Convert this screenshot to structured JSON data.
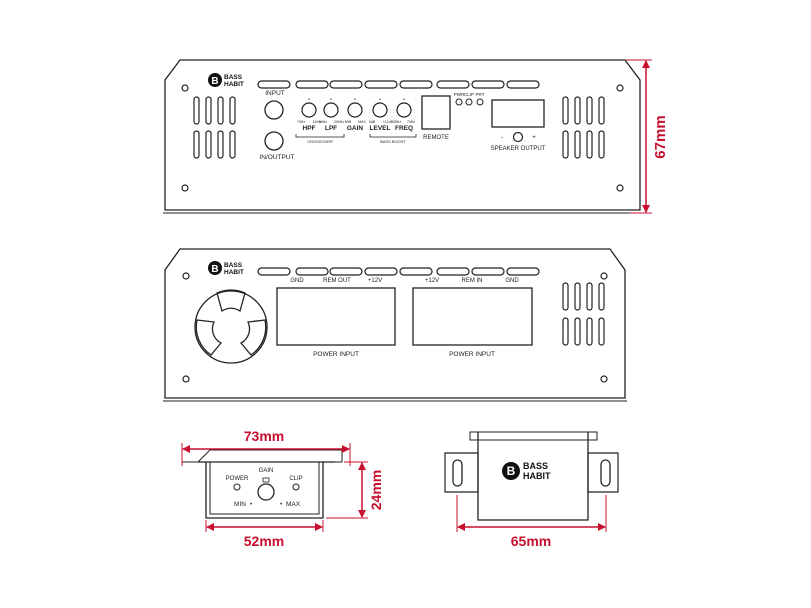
{
  "brand": {
    "line1": "BASS",
    "line2": "HABIT"
  },
  "front_panel": {
    "input": "INPUT",
    "in_output": "IN/OUTPUT",
    "hpf": {
      "label": "HPF",
      "min": "70Hz",
      "max": "1KHz"
    },
    "lpf": {
      "label": "LPF",
      "min": "60Hz",
      "max": "200Hz"
    },
    "gain": {
      "label": "GAIN",
      "min": "MIN",
      "max": "MAX"
    },
    "level": {
      "label": "LEVEL",
      "min": "0dB",
      "max": "+12dB"
    },
    "freq": {
      "label": "FREQ",
      "min": "35Hz",
      "max": "70Hz"
    },
    "crossover": "CROSSOVER",
    "bass_boost": "BASS BOOST",
    "remote": "REMOTE",
    "leds": {
      "pwr": "PWR",
      "clip": "CLIP",
      "prt": "PRT"
    },
    "speaker_output": "SPEAKER OUTPUT",
    "minus": "-",
    "plus": "+"
  },
  "rear_panel": {
    "terminals": [
      "GND",
      "REM OUT",
      "+12V",
      "+12V",
      "REM IN",
      "GND"
    ],
    "power_input_left": "POWER INPUT",
    "power_input_right": "POWER INPUT"
  },
  "remote_unit": {
    "power": "POWER",
    "gain": "GAIN",
    "clip": "CLIP",
    "min": "MIN",
    "max": "MAX"
  },
  "dimensions": {
    "height_main": "67mm",
    "remote_width_outer": "73mm",
    "remote_height": "24mm",
    "remote_width_inner": "52mm",
    "remote_box_width": "65mm"
  },
  "colors": {
    "outline": "#222222",
    "dimension": "#c8102e"
  }
}
